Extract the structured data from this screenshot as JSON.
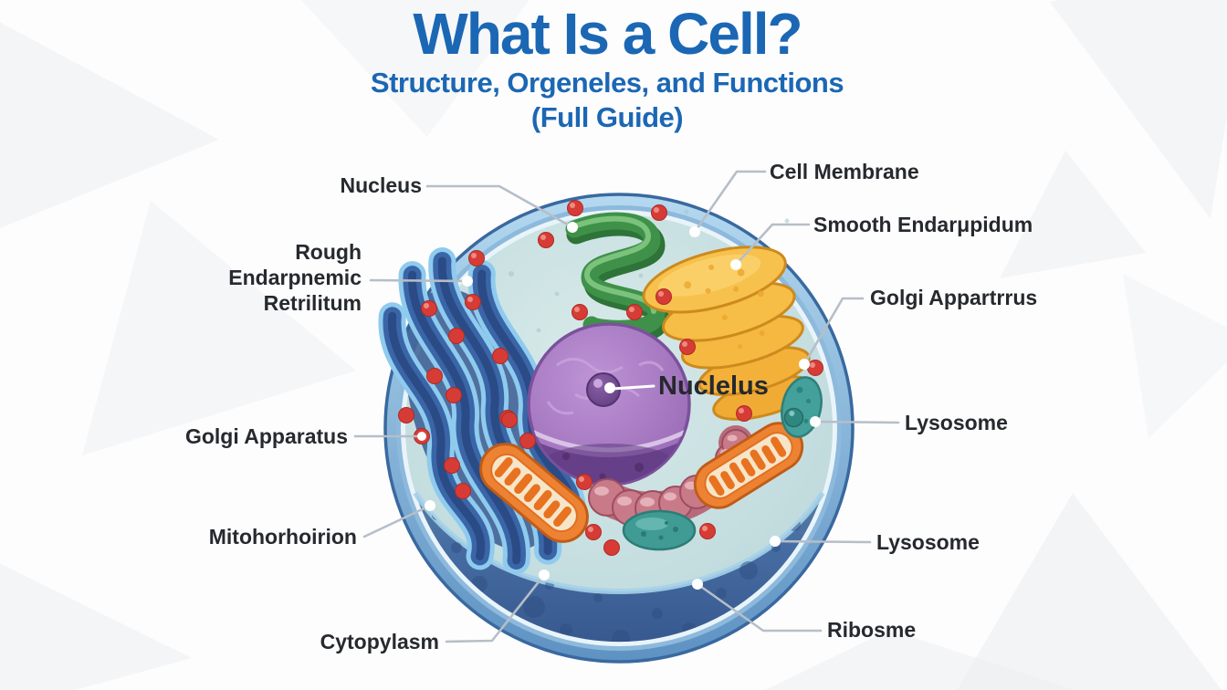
{
  "header": {
    "title": "What Is a Cell?",
    "subtitle_line1": "Structure, Orgeneles, and Functions",
    "subtitle_line2": "(Full Guide)"
  },
  "labels": {
    "nucleus": "Nucleus",
    "rough_er_lines": [
      "Rough",
      "Endarpnemic",
      "Retrilitum"
    ],
    "golgi_left": "Golgi Apparatus",
    "mitochondrion": "Mitohorhoirion",
    "cytoplasm": "Cytopylasm",
    "cell_membrane": "Cell Membrane",
    "smooth_er": "Smooth Endarμpidum",
    "golgi_right": "Golgi Appartrrus",
    "lysosome_upper": "Lysosome",
    "lysosome_lower": "Lysosome",
    "ribosome": "Ribosme",
    "nucleolus": "Nuclelus"
  },
  "colors": {
    "title_blue": "#1b67b4",
    "label_text": "#26292d",
    "leader_line": "#b6bec8",
    "membrane_blue": "#6d9fcd",
    "membrane_outline": "#39699f",
    "cytoplasm_pale": "#c8dee0",
    "cytoplasm_dark_crescent": "#3f659b",
    "nucleus_purple": "#9c6cb4",
    "nucleolus_purple": "#5f3c80",
    "rough_er_blue": "#3a66a8",
    "smooth_tube_green": "#3f9149",
    "golgi_yellow": "#f6ba43",
    "mitochondrion_orange": "#ee8233",
    "lysosome_teal": "#44a09b",
    "ribosome_red": "#d63c35"
  }
}
